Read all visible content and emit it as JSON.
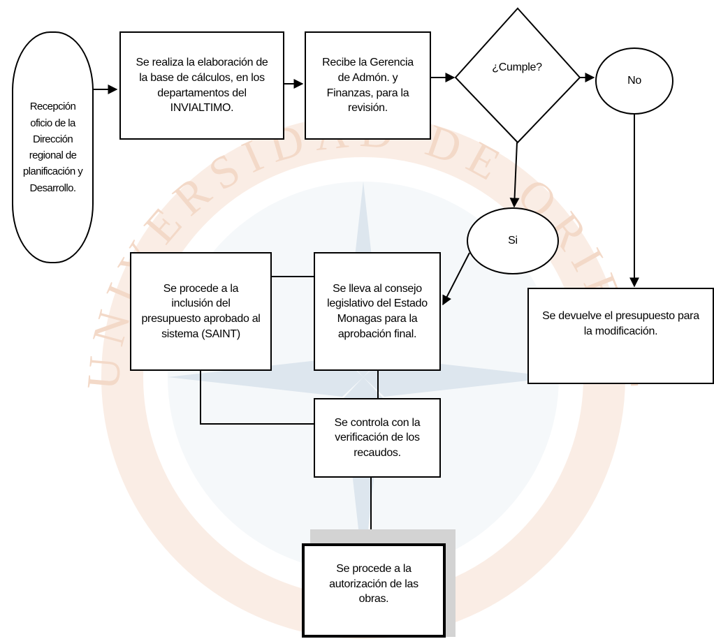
{
  "watermark": {
    "text": "UNIVERSIDAD DE ORIENTE · VENEZUELA"
  },
  "nodes": {
    "start": "Recepción oficio de la Dirección regional de planificación y Desarrollo.",
    "calc_base": "Se realiza la elaboración de la base de cálculos, en los departamentos del INVIALTIMO.",
    "review": "Recibe la Gerencia de Admón. y Finanzas, para la revisión.",
    "decision": "¿Cumple?",
    "no": "No",
    "yes": "Si",
    "returned": "Se devuelve el presupuesto para la modificación.",
    "council": "Se lleva al consejo legislativo del Estado Monagas para la aprobación final.",
    "inclusion": "Se procede a la inclusión del presupuesto aprobado al sistema (SAINT)",
    "control": "Se controla con la verificación de los recaudos.",
    "authorization": "Se procede a la autorización de las obras."
  }
}
